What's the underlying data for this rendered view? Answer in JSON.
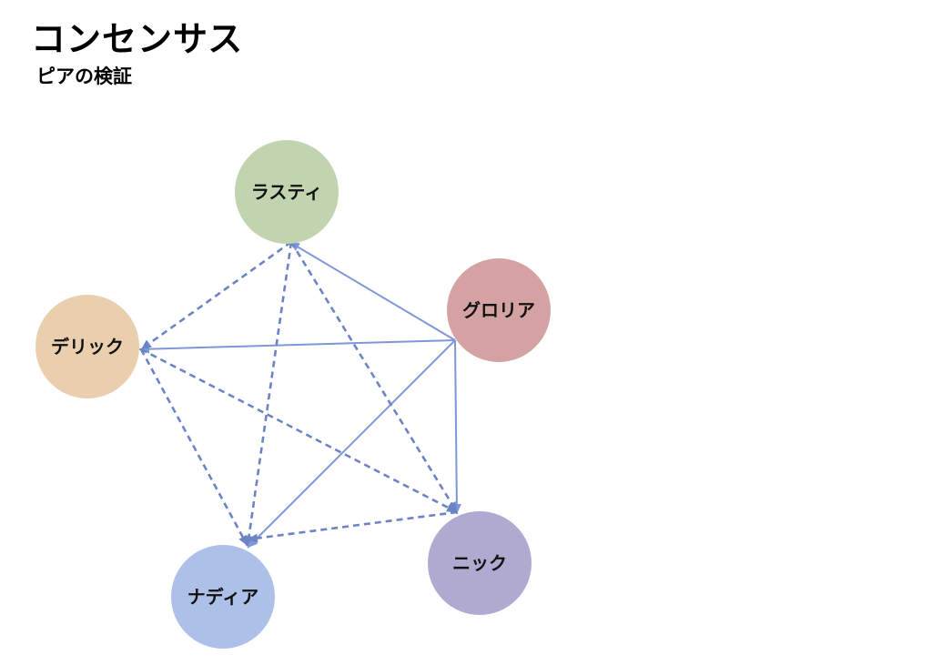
{
  "title": "コンセンサス",
  "subtitle": "ピアの検証",
  "edge_color": "#7f97d8",
  "edge_color_dashed": "#6c84c4",
  "nodes": [
    {
      "id": "rusty",
      "label": "ラスティ",
      "color": "#c2d3b0"
    },
    {
      "id": "gloria",
      "label": "グロリア",
      "color": "#d4a2a3"
    },
    {
      "id": "derek",
      "label": "デリック",
      "color": "#e9cfae"
    },
    {
      "id": "nadia",
      "label": "ナディア",
      "color": "#adc0e8"
    },
    {
      "id": "nick",
      "label": "ニック",
      "color": "#b0aad0"
    }
  ],
  "edges": [
    {
      "from": "gloria",
      "to": "rusty",
      "style": "solid"
    },
    {
      "from": "gloria",
      "to": "derek",
      "style": "solid"
    },
    {
      "from": "gloria",
      "to": "nadia",
      "style": "solid"
    },
    {
      "from": "gloria",
      "to": "nick",
      "style": "solid"
    },
    {
      "from": "rusty",
      "to": "derek",
      "style": "dashed"
    },
    {
      "from": "rusty",
      "to": "nadia",
      "style": "dashed"
    },
    {
      "from": "rusty",
      "to": "nick",
      "style": "dashed"
    },
    {
      "from": "derek",
      "to": "nadia",
      "style": "dashed"
    },
    {
      "from": "derek",
      "to": "nick",
      "style": "dashed"
    },
    {
      "from": "nick",
      "to": "nadia",
      "style": "dashed"
    }
  ]
}
